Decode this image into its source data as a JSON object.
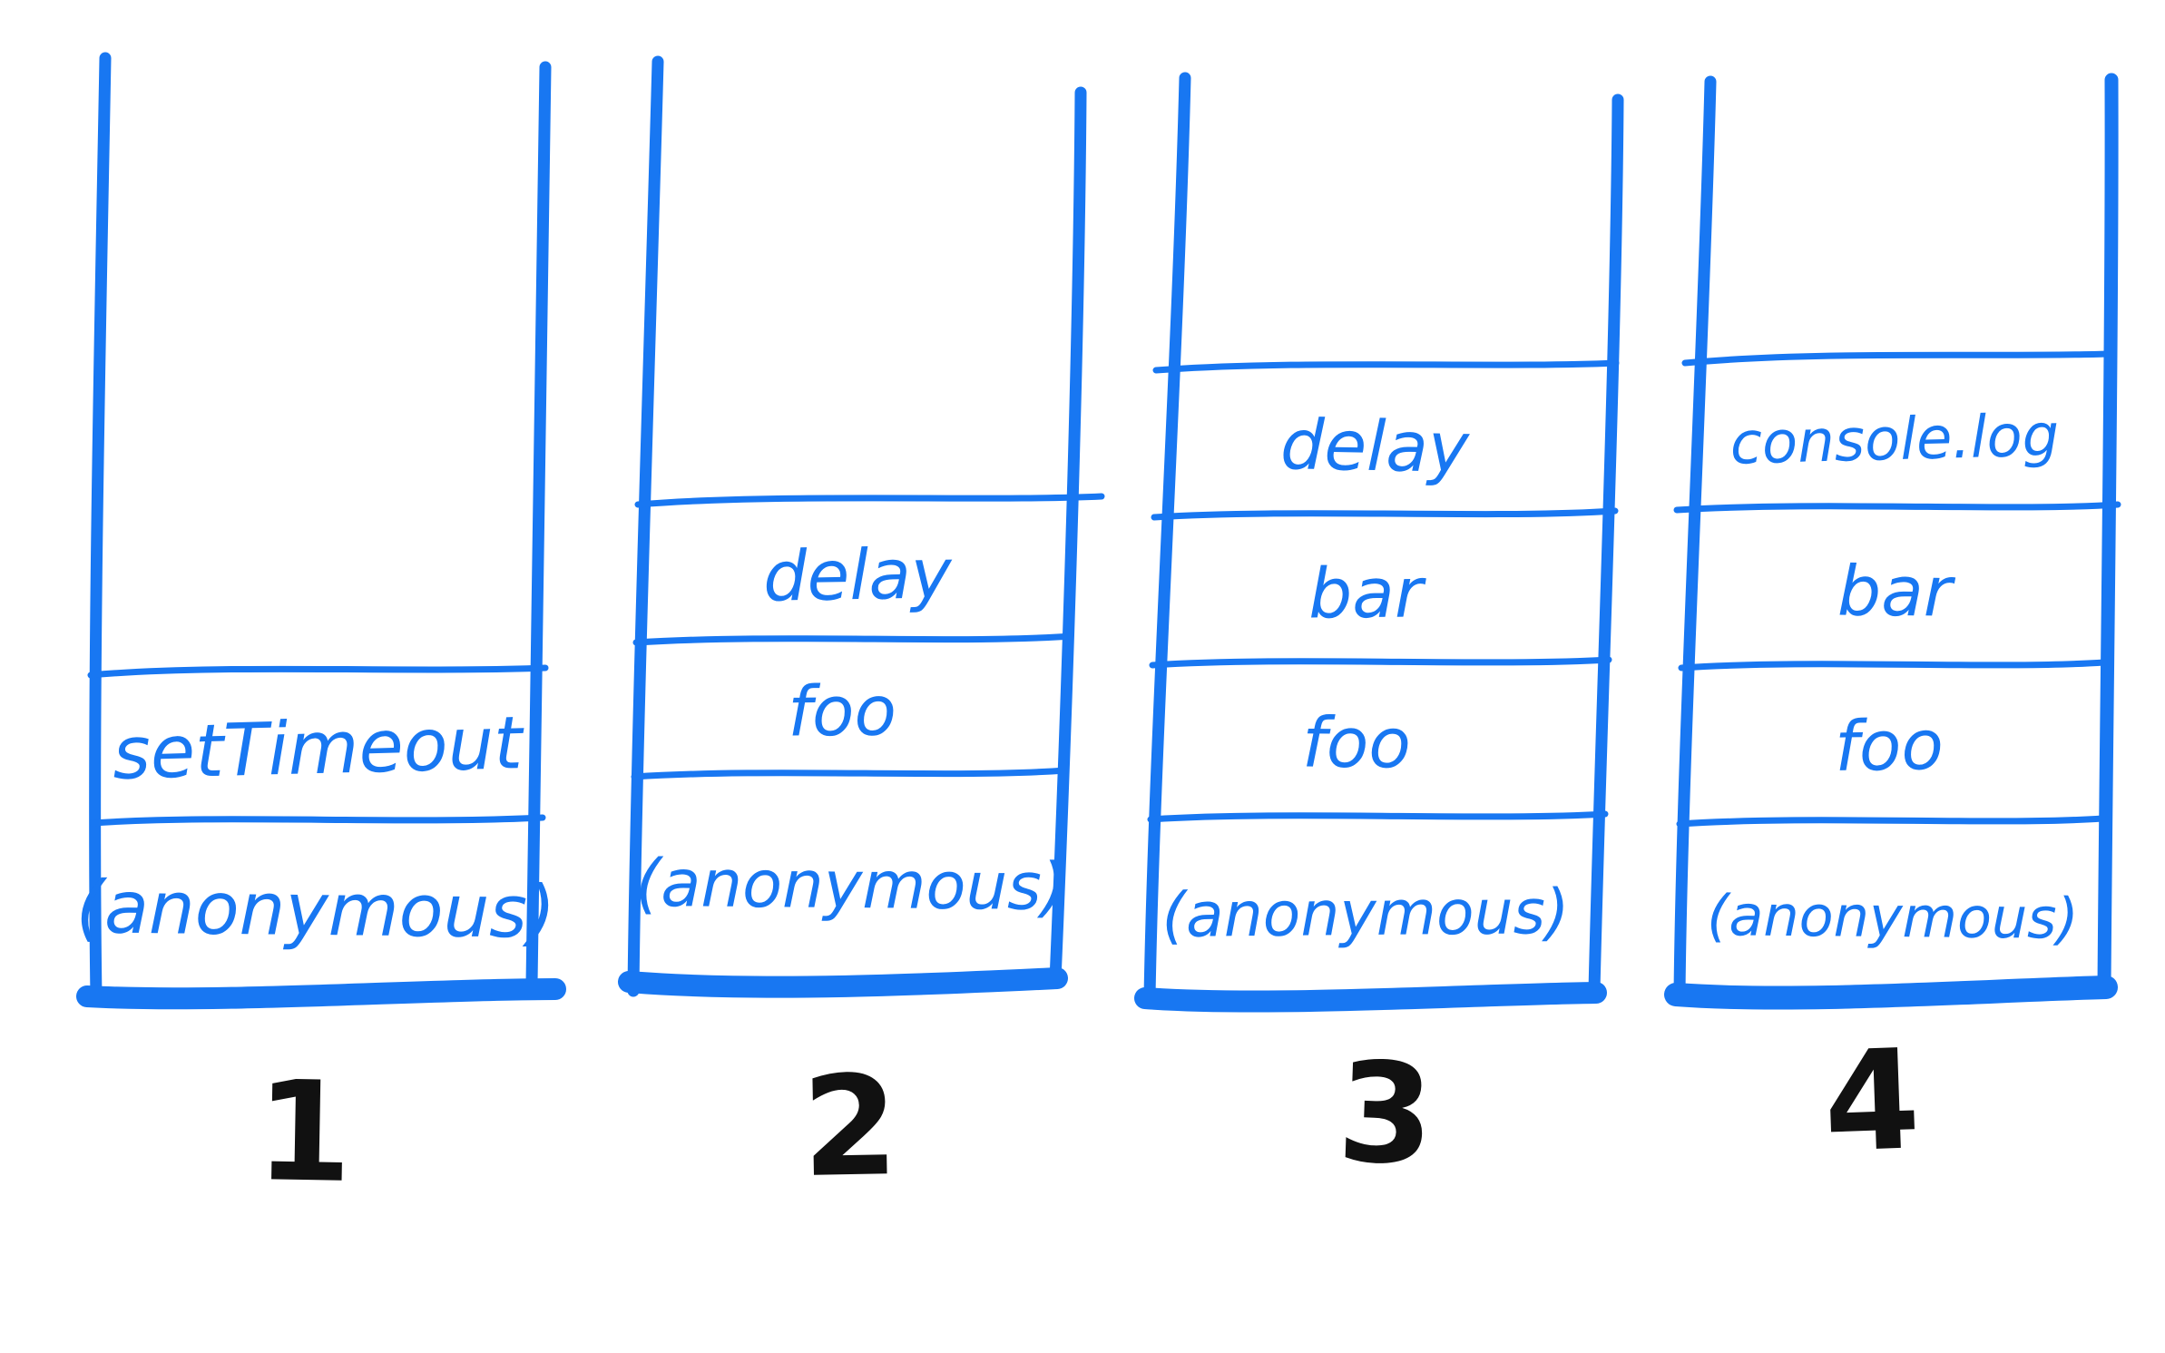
{
  "colors": {
    "ink": "#1877F2",
    "number": "#111111",
    "background": "#ffffff"
  },
  "stacks": [
    {
      "number": "1",
      "frames": [
        "setTimeout",
        "(anonymous)"
      ]
    },
    {
      "number": "2",
      "frames": [
        "delay",
        "foo",
        "(anonymous)"
      ]
    },
    {
      "number": "3",
      "frames": [
        "delay",
        "bar",
        "foo",
        "(anonymous)"
      ]
    },
    {
      "number": "4",
      "frames": [
        "console.log",
        "bar",
        "foo",
        "(anonymous)"
      ]
    }
  ]
}
